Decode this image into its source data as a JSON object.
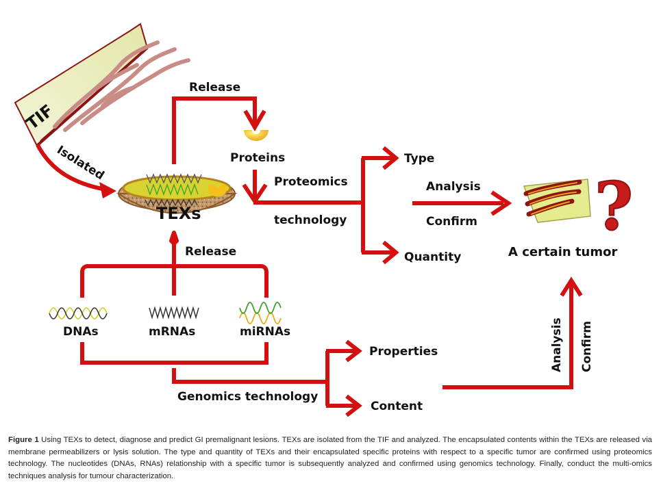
{
  "diagram": {
    "colors": {
      "arrow": "#d40f0f",
      "tif_fill": "#ecefc4",
      "tif_villi": "#c98b86",
      "protein": "#f2c21a",
      "basket": "#b9875a",
      "tumor": "#9a1c10",
      "question": "#c81c1c"
    },
    "nodes": {
      "tif": "TIF",
      "isolated": "Isolated",
      "release_top": "Release",
      "proteins": "Proteins",
      "texs": "TEXs",
      "proteomics_line1": "Proteomics",
      "proteomics_line2": "technology",
      "type": "Type",
      "quantity": "Quantity",
      "analysis": "Analysis",
      "confirm": "Confirm",
      "tumor": "A certain tumor",
      "question_mark": "?",
      "release_bottom": "Release",
      "dnas": "DNAs",
      "mrnas": "mRNAs",
      "mirnas": "miRNAs",
      "genomics": "Genomics technology",
      "properties": "Properties",
      "content": "Content",
      "analysis_vertical": "Analysis",
      "confirm_vertical": "Confirm"
    }
  },
  "caption": {
    "label": "Figure 1",
    "text": "Using TEXs to detect, diagnose and predict GI premalignant lesions. TEXs are isolated from the TIF and analyzed. The encapsulated contents within the TEXs are released via membrane permeabilizers or lysis solution. The type and quantity of TEXs and their encapsulated specific proteins with respect to a specific tumor are confirmed using proteomics technology. The nucleotides (DNAs, RNAs) relationship with a specific tumor is subsequently analyzed and confirmed using genomics technology. Finally, conduct the multi-omics techniques analysis for tumour characterization."
  }
}
